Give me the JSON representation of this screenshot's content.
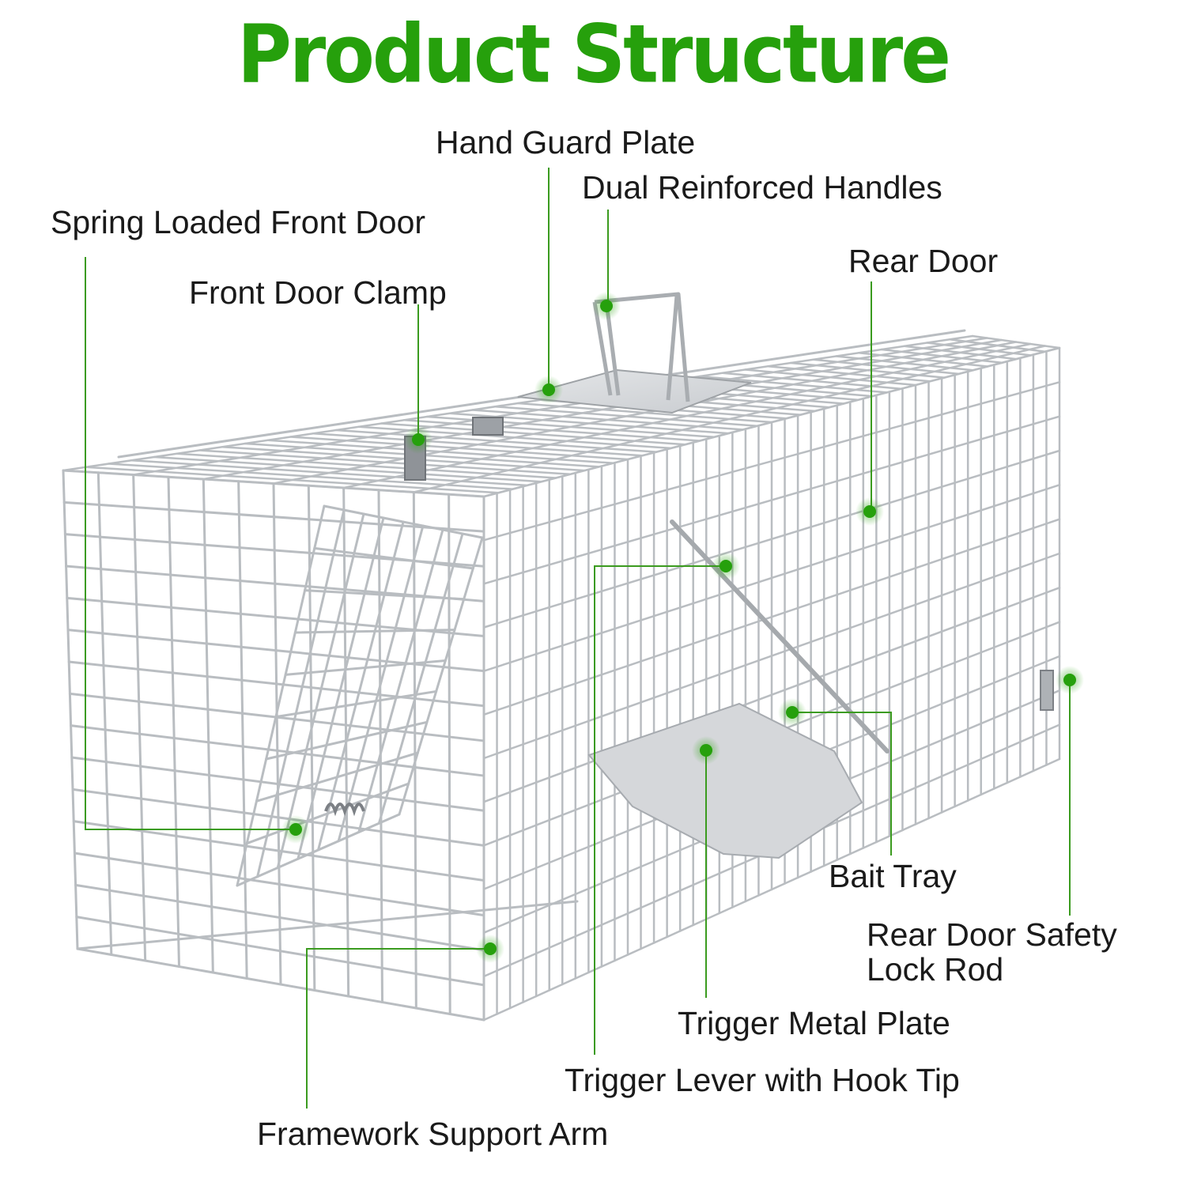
{
  "title": "Product Structure",
  "accent_color": "#26a00c",
  "leader_color": "#3b9b1f",
  "wire_color": "#b9bdc1",
  "labels": {
    "hand_guard_plate": "Hand Guard Plate",
    "dual_reinforced_handles": "Dual Reinforced Handles",
    "spring_loaded_front_door": "Spring Loaded Front Door",
    "rear_door": "Rear Door",
    "front_door_clamp": "Front Door Clamp",
    "bait_tray": "Bait Tray",
    "rear_door_safety_lock_rod": [
      "Rear Door Safety",
      "Lock Rod"
    ],
    "trigger_metal_plate": "Trigger Metal Plate",
    "trigger_lever_with_hook_tip": "Trigger Lever with Hook Tip",
    "framework_support_arm": "Framework Support Arm"
  }
}
